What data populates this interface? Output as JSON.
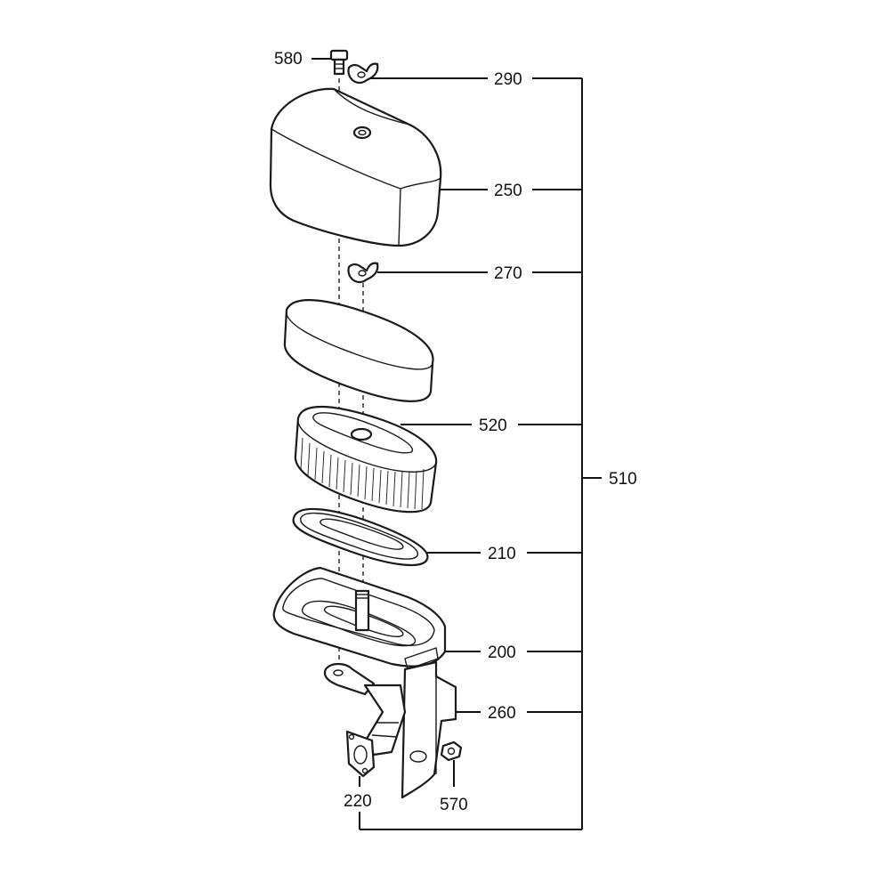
{
  "callouts": {
    "c580": "580",
    "c290": "290",
    "c250": "250",
    "c270": "270",
    "c520": "520",
    "c510": "510",
    "c210": "210",
    "c200": "200",
    "c260": "260",
    "c220": "220",
    "c570": "570"
  },
  "colors": {
    "line": "#1a1a1a",
    "background": "#ffffff"
  }
}
